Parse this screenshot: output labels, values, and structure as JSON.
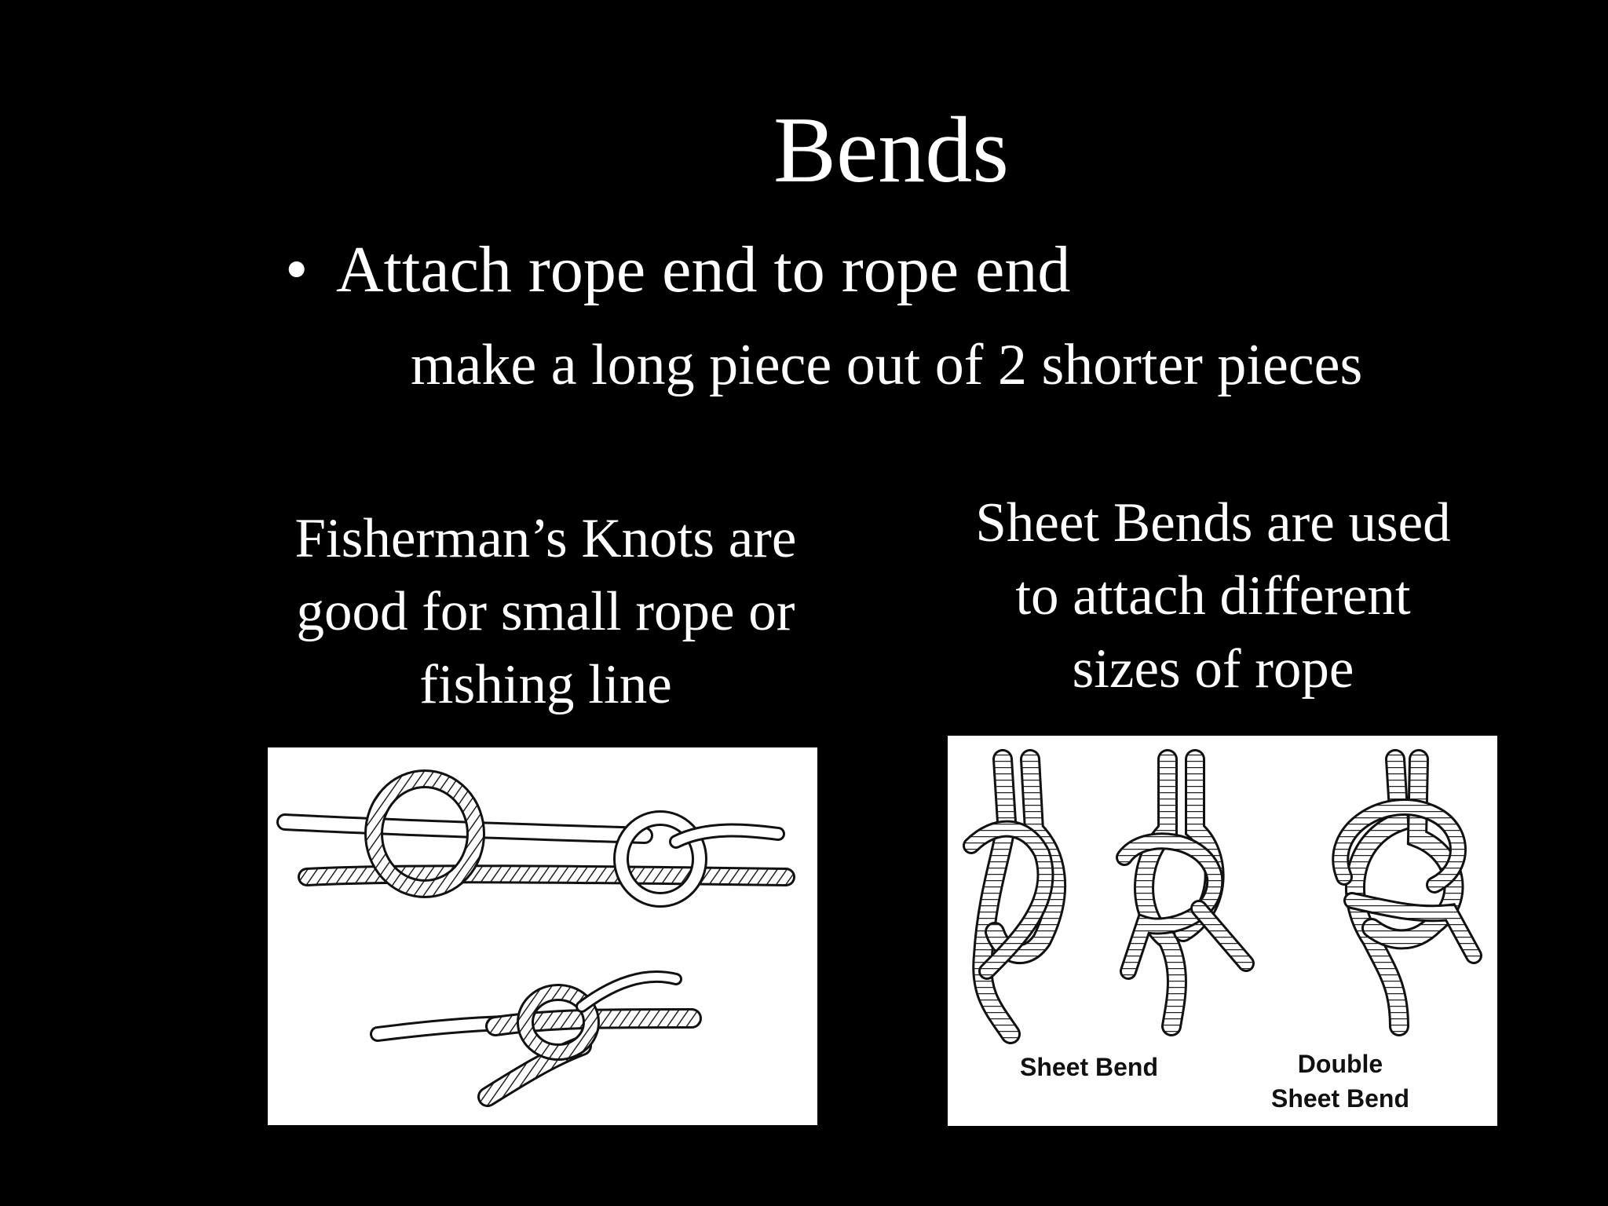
{
  "slide": {
    "title": "Bends",
    "bullet": "•",
    "point": "Attach rope end to rope end",
    "subpoint": "make a long piece out of 2 shorter pieces"
  },
  "left": {
    "caption": "Fisherman’s Knots are\ngood for small rope or\nfishing line"
  },
  "right": {
    "caption": "Sheet Bends are used\n to attach different\n sizes of rope",
    "labels": {
      "sheet_bend": "Sheet Bend",
      "double_sheet_bend": "Double\nSheet Bend"
    }
  }
}
